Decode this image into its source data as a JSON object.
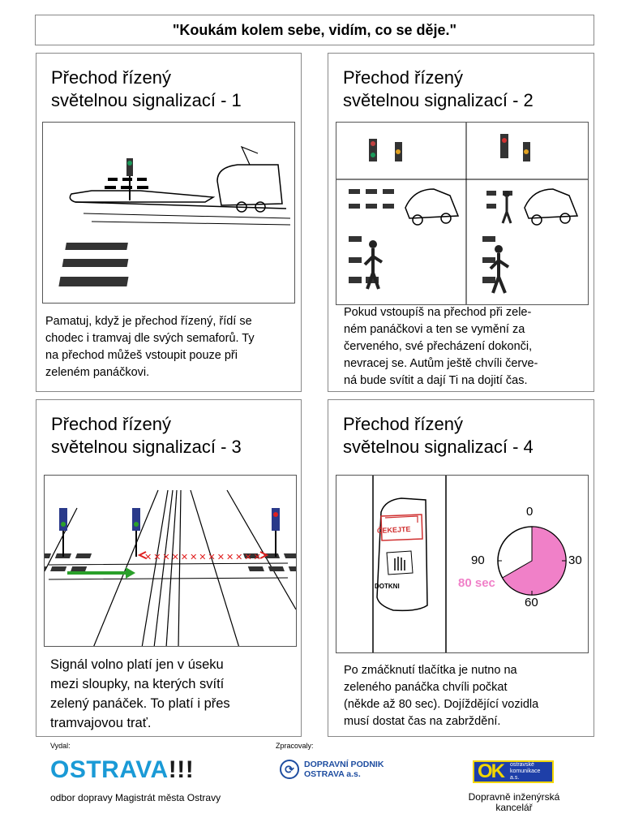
{
  "page_title": "\"Koukám kolem sebe, vidím, co se děje.\"",
  "panels": [
    {
      "heading_line1": "Přechod řízený",
      "heading_line2": "světelnou signalizací - 1",
      "text_lines": [
        "Pamatuj, když je přechod řízený, řídí se",
        "chodec i tramvaj dle svých semaforů. Ty",
        "na přechod můžeš vstoupit pouze při",
        "zeleném panáčkovi."
      ]
    },
    {
      "heading_line1": "Přechod řízený",
      "heading_line2": "světelnou signalizací - 2",
      "text_lines": [
        "Pokud vstoupíš na přechod při zele-",
        "ném panáčkovi a ten se vymění za",
        "červeného, své přecházení dokonči,",
        "nevracej se. Autům ještě chvíli červe-",
        "ná bude svítit a dají Ti na dojití čas."
      ]
    },
    {
      "heading_line1": "Přechod řízený",
      "heading_line2": "světelnou signalizací - 3",
      "text_lines": [
        "Signál volno platí jen v úseku",
        "mezi sloupky, na kterých svítí",
        "zelený panáček. To platí i přes",
        "tramvajovou trať."
      ]
    },
    {
      "heading_line1": "Přechod řízený",
      "heading_line2": "světelnou signalizací - 4",
      "text_lines": [
        "Po zmáčknutí tlačítka je nutno na",
        "zeleného panáčka chvíli počkat",
        "(někde až 80 sec). Dojíždějící vozidla",
        "musí dostat čas na zabrždění."
      ],
      "button_label_top": "ČEKEJTE",
      "button_label_bottom": "DOTKNI",
      "clock": {
        "label_0": "0",
        "label_30": "30",
        "label_60": "60",
        "label_90": "90",
        "seconds_label": "80 sec",
        "seconds_value": 80,
        "max_value": 120,
        "fill_color": "#f080c8"
      }
    }
  ],
  "footer": {
    "published_label": "Vydal:",
    "prepared_label": "Zpracovaly:",
    "ostrava_name": "OSTRAVA",
    "ostrava_bang": "!!!",
    "ostrava_dept": "odbor dopravy Magistrát města Ostravy",
    "dpo_line1": "DOPRAVNÍ PODNIK",
    "dpo_line2": "OSTRAVA a.s.",
    "ok_letters": "OK",
    "ok_sub1": "ostravské",
    "ok_sub2": "komunikace",
    "ok_sub3": "a.s.",
    "office_line1": "Dopravně inženýrská",
    "office_line2": "kancelář"
  },
  "colors": {
    "accent_blue": "#1a9ad6",
    "dpo_blue": "#1e4da0",
    "ok_yellow": "#f2d600",
    "clock_pink": "#f080c8",
    "arrow_green": "#2aa02a",
    "cross_red": "#e02020"
  }
}
